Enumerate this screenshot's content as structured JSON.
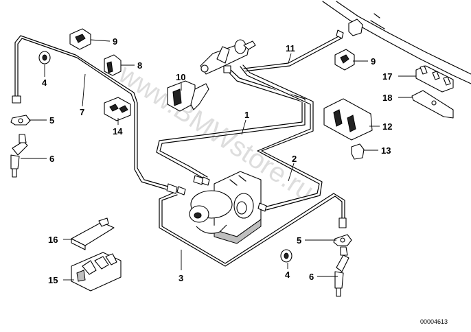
{
  "diagram": {
    "reference_number": "00004613",
    "watermark": "www.BMWstore.ru",
    "callouts": [
      {
        "id": "c1",
        "label": "1"
      },
      {
        "id": "c2",
        "label": "2"
      },
      {
        "id": "c3",
        "label": "3"
      },
      {
        "id": "c4a",
        "label": "4"
      },
      {
        "id": "c4b",
        "label": "4"
      },
      {
        "id": "c5a",
        "label": "5"
      },
      {
        "id": "c5b",
        "label": "5"
      },
      {
        "id": "c6a",
        "label": "6"
      },
      {
        "id": "c6b",
        "label": "6"
      },
      {
        "id": "c7",
        "label": "7"
      },
      {
        "id": "c8",
        "label": "8"
      },
      {
        "id": "c9a",
        "label": "9"
      },
      {
        "id": "c9b",
        "label": "9"
      },
      {
        "id": "c10",
        "label": "10"
      },
      {
        "id": "c11",
        "label": "11"
      },
      {
        "id": "c12",
        "label": "12"
      },
      {
        "id": "c13",
        "label": "13"
      },
      {
        "id": "c14",
        "label": "14"
      },
      {
        "id": "c15",
        "label": "15"
      },
      {
        "id": "c16",
        "label": "16"
      },
      {
        "id": "c17",
        "label": "17"
      },
      {
        "id": "c18",
        "label": "18"
      }
    ]
  }
}
